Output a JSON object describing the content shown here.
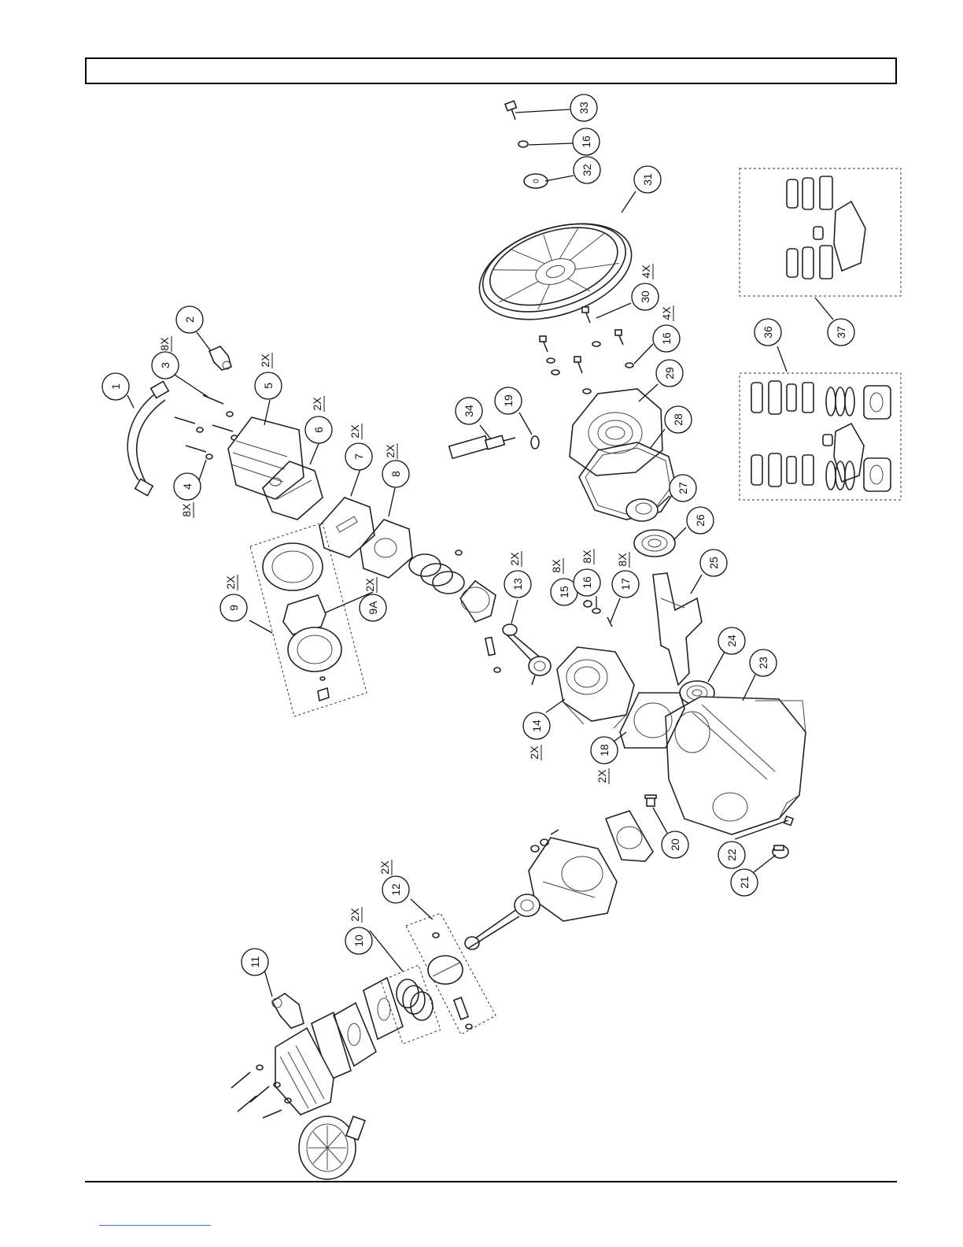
{
  "callouts": [
    {
      "id": "c33",
      "label": "33"
    },
    {
      "id": "c16a",
      "label": "16"
    },
    {
      "id": "c32",
      "label": "32"
    },
    {
      "id": "c31",
      "label": "31"
    },
    {
      "id": "c30",
      "label": "30"
    },
    {
      "id": "c16b",
      "label": "16"
    },
    {
      "id": "c29",
      "label": "29"
    },
    {
      "id": "c28",
      "label": "28"
    },
    {
      "id": "c27",
      "label": "27"
    },
    {
      "id": "c26",
      "label": "26"
    },
    {
      "id": "c25",
      "label": "25"
    },
    {
      "id": "c24",
      "label": "24"
    },
    {
      "id": "c23",
      "label": "23"
    },
    {
      "id": "c22",
      "label": "22"
    },
    {
      "id": "c21",
      "label": "21"
    },
    {
      "id": "c20",
      "label": "20"
    },
    {
      "id": "c18",
      "label": "18"
    },
    {
      "id": "c14",
      "label": "14"
    },
    {
      "id": "c13",
      "label": "13"
    },
    {
      "id": "c15",
      "label": "15"
    },
    {
      "id": "c16c",
      "label": "16"
    },
    {
      "id": "c17",
      "label": "17"
    },
    {
      "id": "c34",
      "label": "34"
    },
    {
      "id": "c19",
      "label": "19"
    },
    {
      "id": "c1",
      "label": "1"
    },
    {
      "id": "c2",
      "label": "2"
    },
    {
      "id": "c3",
      "label": "3"
    },
    {
      "id": "c4",
      "label": "4"
    },
    {
      "id": "c5",
      "label": "5"
    },
    {
      "id": "c6",
      "label": "6"
    },
    {
      "id": "c7",
      "label": "7"
    },
    {
      "id": "c8",
      "label": "8"
    },
    {
      "id": "c9",
      "label": "9"
    },
    {
      "id": "c9a",
      "label": "9A"
    },
    {
      "id": "c10",
      "label": "10"
    },
    {
      "id": "c11",
      "label": "11"
    },
    {
      "id": "c12",
      "label": "12"
    },
    {
      "id": "c36",
      "label": "36"
    },
    {
      "id": "c37",
      "label": "37"
    }
  ],
  "quantities": [
    {
      "id": "q30",
      "label": "4X"
    },
    {
      "id": "q16b",
      "label": "4X"
    },
    {
      "id": "q3",
      "label": "8X"
    },
    {
      "id": "q4",
      "label": "8X"
    },
    {
      "id": "q5",
      "label": "2X"
    },
    {
      "id": "q6",
      "label": "2X"
    },
    {
      "id": "q7",
      "label": "2X"
    },
    {
      "id": "q8",
      "label": "2X"
    },
    {
      "id": "q9",
      "label": "2X"
    },
    {
      "id": "q9a",
      "label": "2X"
    },
    {
      "id": "q13",
      "label": "2X"
    },
    {
      "id": "q15",
      "label": "8X"
    },
    {
      "id": "q16c",
      "label": "8X"
    },
    {
      "id": "q17",
      "label": "8X"
    },
    {
      "id": "q14",
      "label": "2X"
    },
    {
      "id": "q18",
      "label": "2X"
    },
    {
      "id": "q10",
      "label": "2X"
    },
    {
      "id": "q12",
      "label": "2X"
    }
  ]
}
